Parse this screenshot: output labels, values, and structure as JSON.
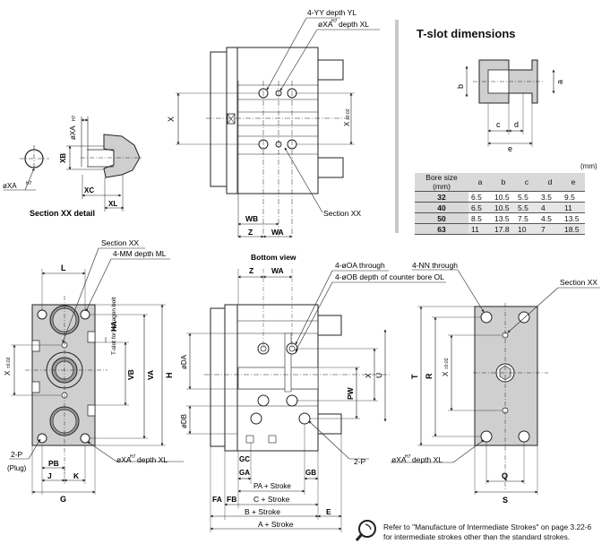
{
  "section_detail": {
    "title": "Section XX detail",
    "labels": [
      "øXA",
      "H7",
      "XB",
      "øXA",
      "H7",
      "XC",
      "XL"
    ]
  },
  "top_view": {
    "labels": [
      "4-YY depth YL",
      "øXA",
      "H7",
      " depth XL",
      "X",
      "X",
      "±0.02",
      "WB",
      "Z",
      "WA",
      "Section XX"
    ]
  },
  "tslot": {
    "title": "T-slot dimensions",
    "labels": [
      "b",
      "a",
      "c",
      "d",
      "e"
    ],
    "unit": "(mm)",
    "headers": [
      "Bore size (mm)",
      "a",
      "b",
      "c",
      "d",
      "e"
    ],
    "rows": [
      [
        "32",
        "6.5",
        "10.5",
        "5.5",
        "3.5",
        "9.5"
      ],
      [
        "40",
        "6.5",
        "10.5",
        "5.5",
        "4",
        "11"
      ],
      [
        "50",
        "8.5",
        "13.5",
        "7.5",
        "4.5",
        "13.5"
      ],
      [
        "63",
        "11",
        "17.8",
        "10",
        "7",
        "18.5"
      ]
    ]
  },
  "front_view": {
    "labels": [
      "Section XX",
      "4-MM depth ML",
      "L",
      "HA",
      "T-slot for hexagon bolt",
      "X",
      "±0.02",
      "VB",
      "VA",
      "H",
      "2-P",
      "(Plug)",
      "PB",
      "J",
      "K",
      "G",
      "øXA",
      "H7",
      " depth XL"
    ]
  },
  "bottom_view": {
    "title": "Bottom view",
    "labels": [
      "Z",
      "WA",
      "4-øOA through",
      "4-øOB depth of counter bore OL",
      "øDA",
      "øDB",
      "PW",
      "X",
      "U",
      "GC",
      "GA",
      "GB",
      "PA + Stroke",
      "C + Stroke",
      "B + Stroke",
      "A + Stroke",
      "FA",
      "FB",
      "E",
      "2-P"
    ]
  },
  "rear_view": {
    "labels": [
      "4-NN through",
      "Section XX",
      "X",
      "±0.02",
      "T",
      "R",
      "øXA",
      "H7",
      " depth XL",
      "Q",
      "S"
    ]
  },
  "note": {
    "line1": "Refer to \"Manufacture of Intermediate Strokes\" on page 3.22-6",
    "line2": "for intermediate strokes other than the standard strokes."
  },
  "colors": {
    "body": "#cfcfcf",
    "body_dark": "#9a9a9a",
    "line": "#222222",
    "divider": "#c8c8c8"
  }
}
